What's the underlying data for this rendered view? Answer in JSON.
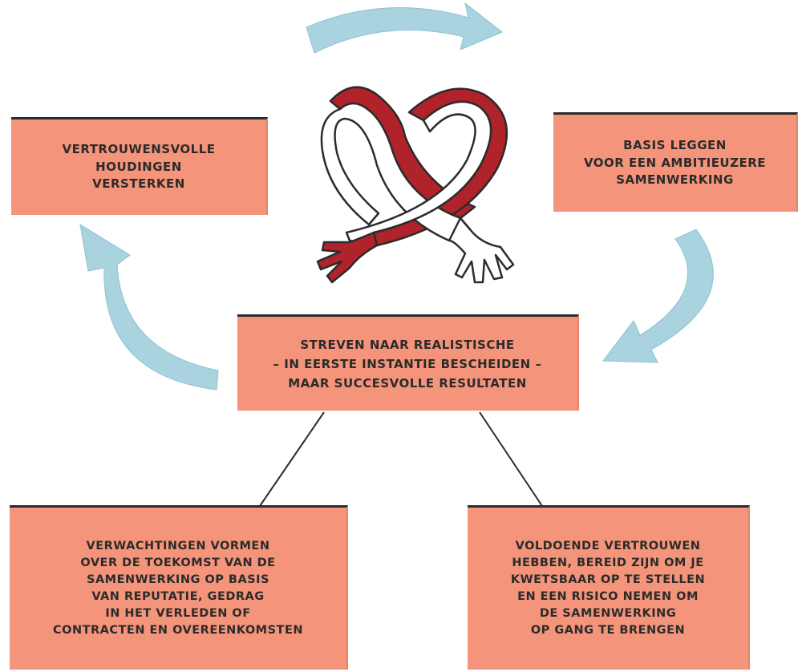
{
  "colors": {
    "box_fill": "#f4947a",
    "arrow": "#a8d3df",
    "heart_red": "#b0232b",
    "outline": "#2b2b2b"
  },
  "boxes": {
    "top_left": {
      "lines": [
        "VERTROUWENSVOLLE",
        "HOUDINGEN",
        "VERSTERKEN"
      ]
    },
    "top_right": {
      "lines": [
        "BASIS LEGGEN",
        "VOOR EEN AMBITIEUZERE",
        "SAMENWERKING"
      ]
    },
    "center": {
      "lines": [
        "STREVEN NAAR REALISTISCHE",
        "– IN EERSTE INSTANTIE BESCHEIDEN –",
        "MAAR SUCCESVOLLE RESULTATEN"
      ]
    },
    "bottom_left": {
      "lines": [
        "VERWACHTINGEN VORMEN",
        "OVER DE TOEKOMST VAN DE",
        "SAMENWERKING OP BASIS",
        "VAN REPUTATIE, GEDRAG",
        "IN HET VERLEDEN OF",
        "CONTRACTEN EN OVEREENKOMSTEN"
      ]
    },
    "bottom_right": {
      "lines": [
        "VOLDOENDE VERTROUWEN",
        "HEBBEN, BEREID ZIJN OM JE",
        "KWETSBAAR OP TE STELLEN",
        "EN EEN RISICO NEMEN OM",
        "DE SAMENWERKING",
        "OP GANG TE BRENGEN"
      ]
    }
  },
  "icons": {
    "center_illustration": "heart-hug-icon",
    "arrows": [
      "cycle-arrow-icon",
      "cycle-arrow-icon",
      "cycle-arrow-icon"
    ]
  }
}
